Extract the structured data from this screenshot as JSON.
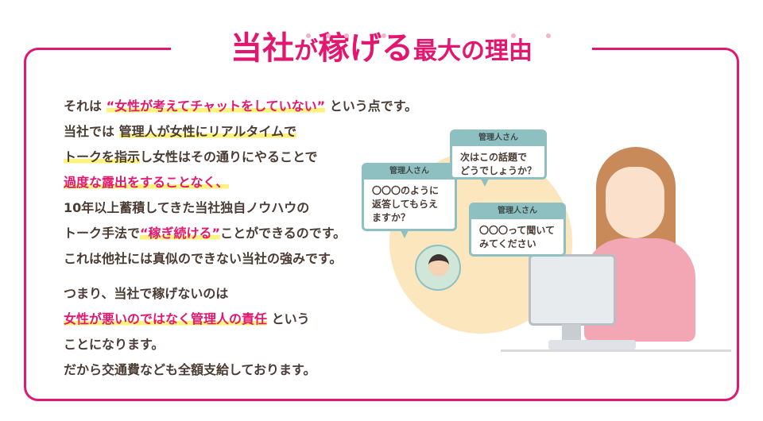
{
  "title": {
    "part1": "当社",
    "part2": "が",
    "part3": "稼げる",
    "part4": "最大の理由"
  },
  "colors": {
    "accent": "#e2176f",
    "highlight": "#fdf27b",
    "bubble": "#8fc0c1"
  },
  "paragraph1": {
    "l1a": "それは ",
    "l1b": "“女性が考えてチャットをしていない”",
    "l1c": " という点です。",
    "l2a": "当社では ",
    "l2b": "管理人が女性にリアルタイムで",
    "l3a": "トークを指示",
    "l3b": "し女性はその通りにやることで",
    "l4": "過度な露出をすることなく、",
    "l5": "10年以上蓄積してきた当社独自ノウハウの",
    "l6a": "トーク手法で",
    "l6b": "“稼ぎ続ける”",
    "l6c": "ことができるのです。",
    "l7": "これは他社には真似のできない当社の強みです。"
  },
  "paragraph2": {
    "l1": "つまり、当社で稼げないのは",
    "l2a": "女性が悪いのではなく管理人の責任",
    "l2b": " という",
    "l3": "ことになります。",
    "l4": "だから交通費なども全額支給しております。"
  },
  "bubbles": [
    {
      "header": "管理人さん",
      "line1": "〇〇〇のように",
      "line2": "返答してもらえ",
      "line3": "ますか？"
    },
    {
      "header": "管理人さん",
      "line1": "次はこの話題で",
      "line2": "どうでしょうか？"
    },
    {
      "header": "管理人さん",
      "line1": "〇〇〇って聞いて",
      "line2": "みてください"
    }
  ]
}
